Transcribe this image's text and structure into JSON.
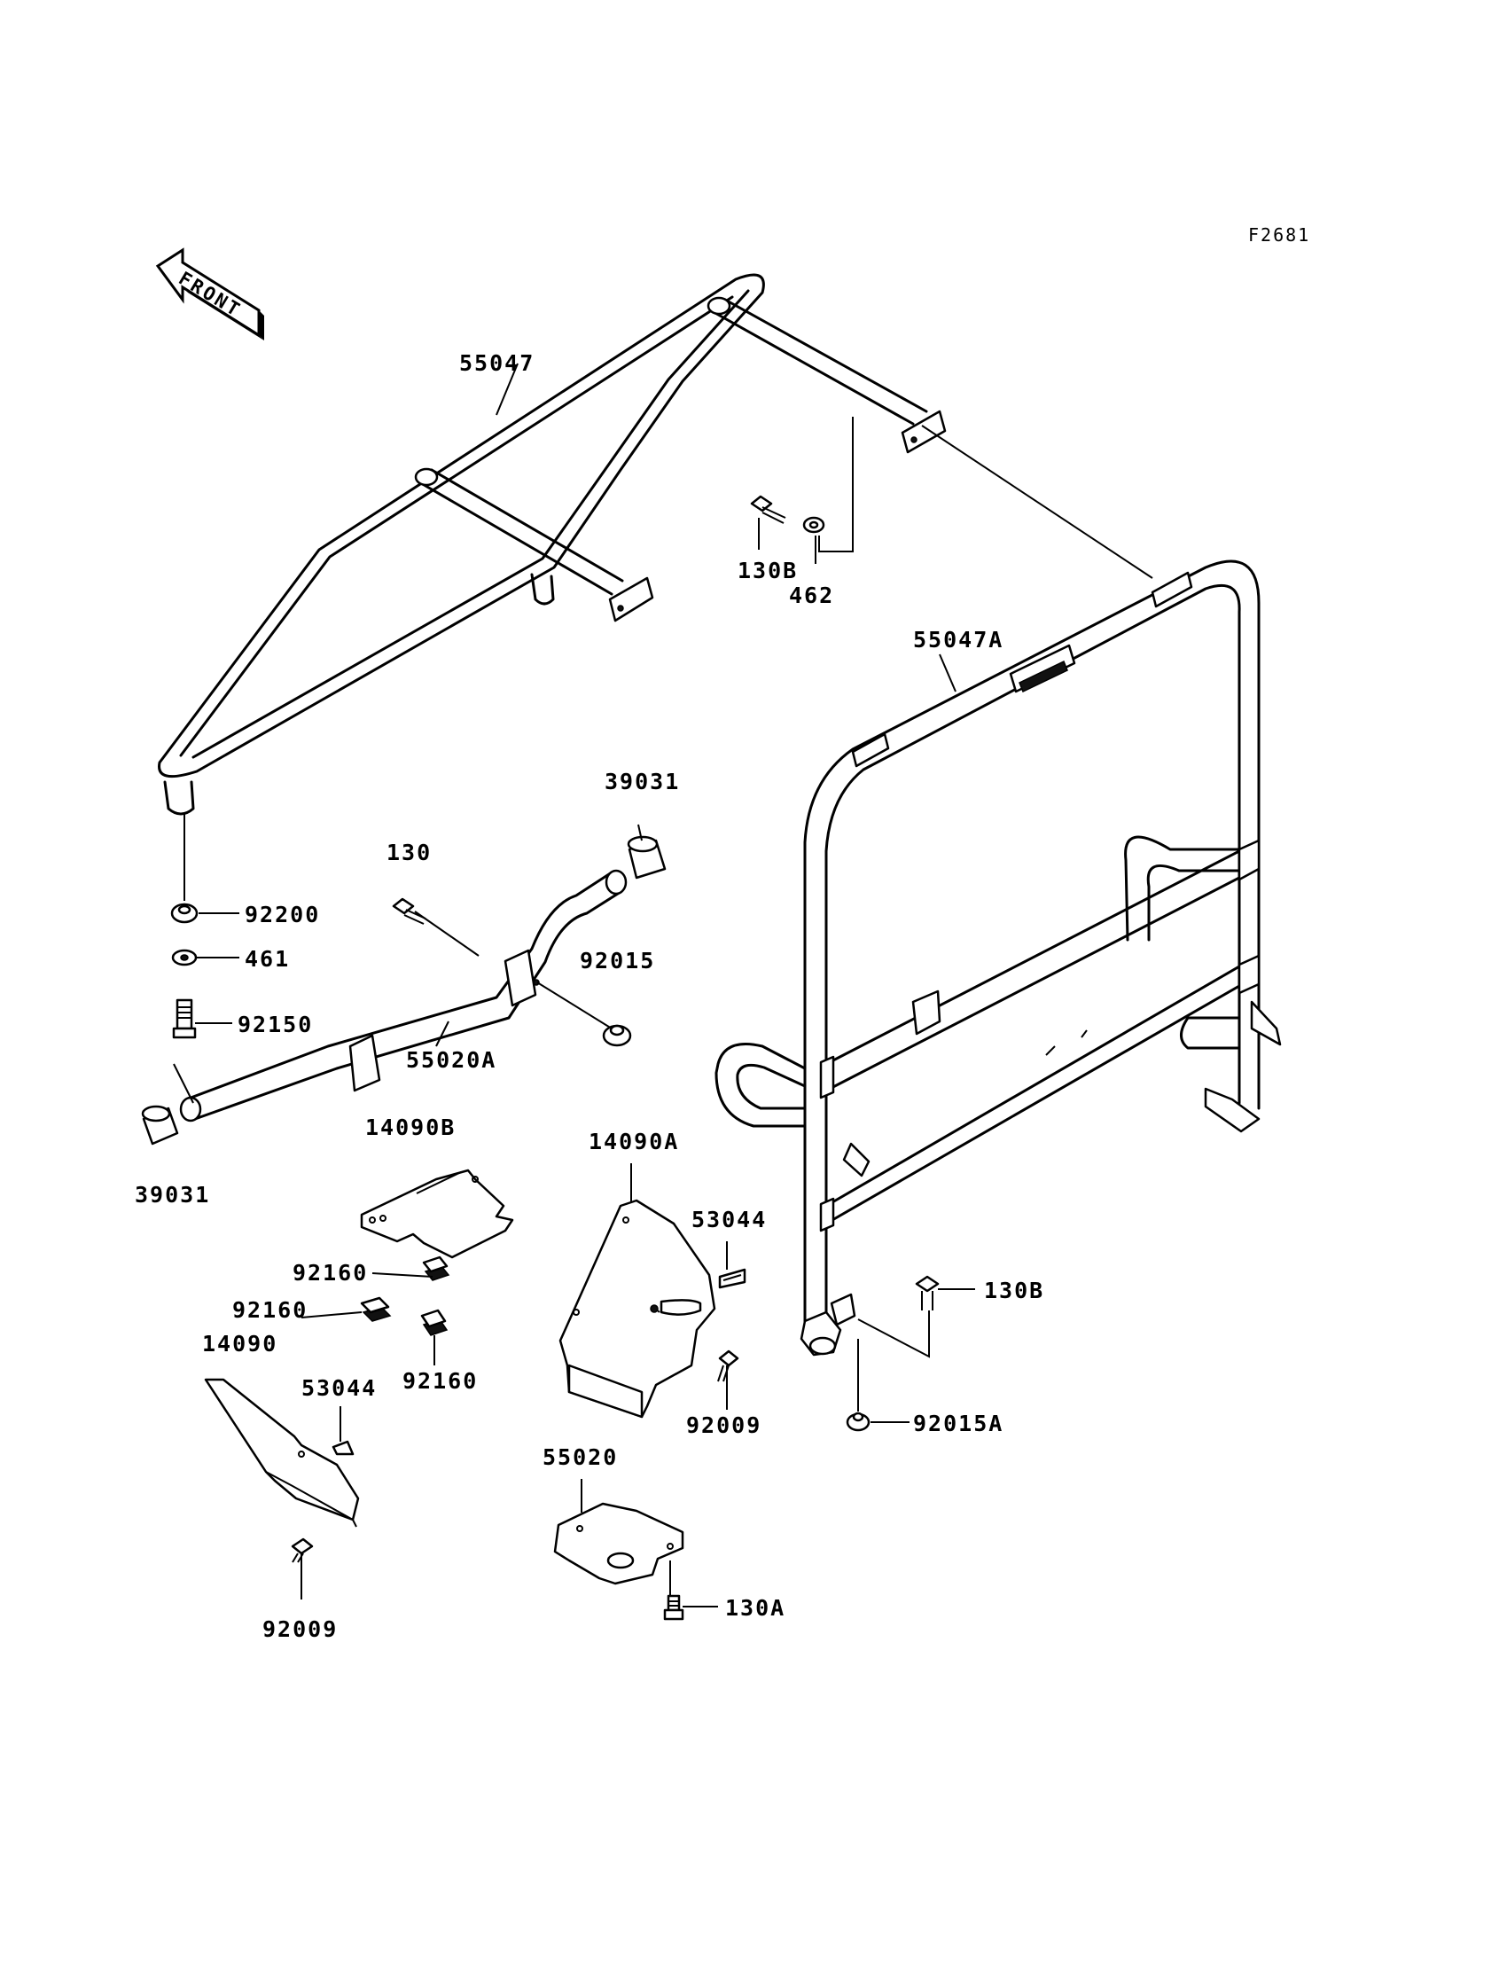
{
  "figure_id": "F2681",
  "front_label": "FRONT",
  "colors": {
    "line": "#000000",
    "background": "#ffffff"
  },
  "parts": {
    "p55047": "55047",
    "p55047A": "55047A",
    "p130B_top": "130B",
    "p462": "462",
    "p39031_top": "39031",
    "p130": "130",
    "p92200": "92200",
    "p461": "461",
    "p92015": "92015",
    "p92150": "92150",
    "p55020A": "55020A",
    "p39031_bottom": "39031",
    "p14090B": "14090B",
    "p14090A": "14090A",
    "p53044_mid": "53044",
    "p92160_a": "92160",
    "p92160_b": "92160",
    "p92160_c": "92160",
    "p14090": "14090",
    "p53044_left": "53044",
    "p92009_mid": "92009",
    "p55020": "55020",
    "p130A": "130A",
    "p92009_left": "92009",
    "p130B_right": "130B",
    "p92015A": "92015A"
  }
}
